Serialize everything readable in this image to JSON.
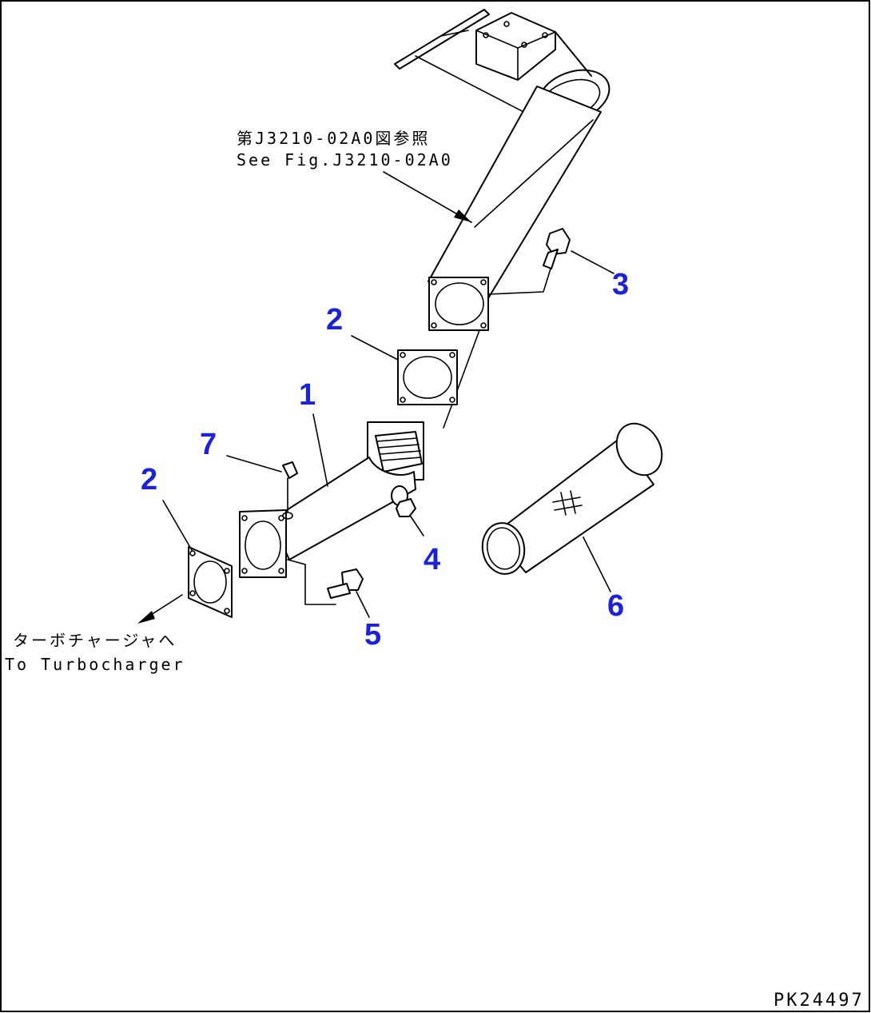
{
  "drawing_code": "PK24497",
  "notes": {
    "see_fig_jp": "第J3210-02A0図参照",
    "see_fig_en": "See Fig.J3210-02A0",
    "to_turbo_jp": "ターボチャージャへ",
    "to_turbo_en": "To Turbocharger"
  },
  "callouts": {
    "c1": "1",
    "c2_upper": "2",
    "c2_lower": "2",
    "c3": "3",
    "c4": "4",
    "c5": "5",
    "c6": "6",
    "c7": "7"
  },
  "colors": {
    "callout_color": "#1c23d6",
    "line_color": "#000000",
    "background": "#ffffff"
  }
}
